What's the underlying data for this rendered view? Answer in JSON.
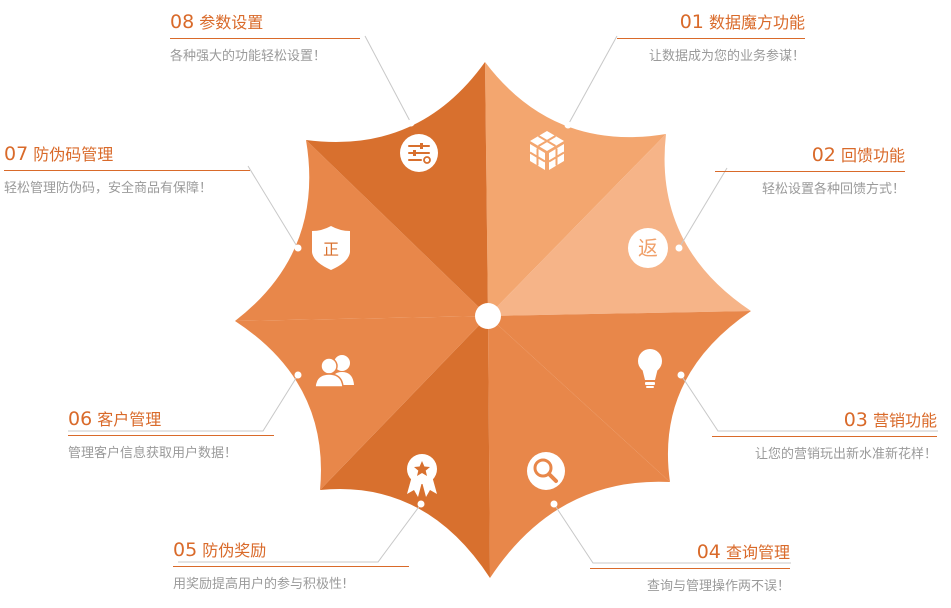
{
  "colors": {
    "panel_dark": "#d8702e",
    "panel_mid": "#e8874a",
    "panel_light": "#f3a66f",
    "panel_lightest": "#f6b488",
    "accent_text": "#d96a2a",
    "desc_text": "#9a9a9a",
    "leader_line": "#c8c8c8"
  },
  "features": [
    {
      "number": "01",
      "title": "数据魔方功能",
      "desc": "让数据成为您的业务参谋！",
      "icon": "cube-icon"
    },
    {
      "number": "02",
      "title": "回馈功能",
      "desc": "轻松设置各种回馈方式！",
      "icon": "return-badge-icon",
      "icon_text": "返"
    },
    {
      "number": "03",
      "title": "营销功能",
      "desc": "让您的营销玩出新水准新花样！",
      "icon": "lightbulb-icon"
    },
    {
      "number": "04",
      "title": "查询管理",
      "desc": "查询与管理操作两不误！",
      "icon": "magnifier-icon"
    },
    {
      "number": "05",
      "title": "防伪奖励",
      "desc": "用奖励提高用户的参与积极性!",
      "icon": "award-ribbon-icon"
    },
    {
      "number": "06",
      "title": "客户管理",
      "desc": "管理客户信息获取用户数据！",
      "icon": "users-icon"
    },
    {
      "number": "07",
      "title": "防伪码管理",
      "desc": "轻松管理防伪码，安全商品有保障！",
      "icon": "shield-icon",
      "icon_text": "正"
    },
    {
      "number": "08",
      "title": "参数设置",
      "desc": "各种强大的功能轻松设置！",
      "icon": "settings-sliders-icon"
    }
  ]
}
